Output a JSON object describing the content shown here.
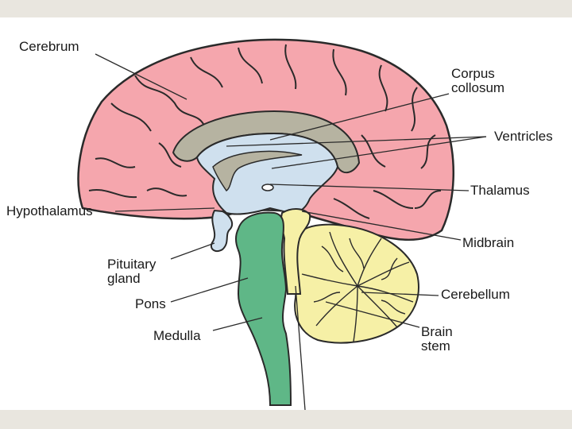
{
  "colors": {
    "cerebrum": "#f5a6ad",
    "corpus": "#b6b3a1",
    "ventricles": "#cfe0ee",
    "cerebellum": "#f6f0a6",
    "brainstem": "#5fb787",
    "outline": "#2a2a2a",
    "background": "#e9e6df",
    "slide": "#ffffff"
  },
  "labels": {
    "cerebrum": "Cerebrum",
    "corpus": "Corpus\ncollosum",
    "ventricles": "Ventricles",
    "thalamus": "Thalamus",
    "hypothalamus": "Hypothalamus",
    "midbrain": "Midbrain",
    "pituitary": "Pituitary\ngland",
    "pons": "Pons",
    "cerebellum": "Cerebellum",
    "medulla": "Medulla",
    "brainstem": "Brain\nstem"
  }
}
